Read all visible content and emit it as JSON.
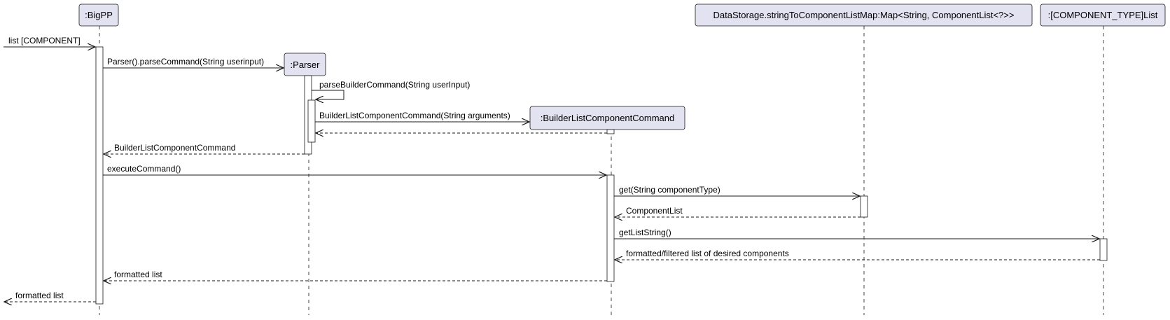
{
  "colors": {
    "participant_fill": "#e2e2f0",
    "participant_stroke": "#181818",
    "activation_fill": "#ffffff",
    "line": "#181818",
    "lifeline": "#181818",
    "text": "#000000",
    "background": "#ffffff"
  },
  "participants": {
    "bigpp": ":BigPP",
    "parser": ":Parser",
    "command": ":BuilderListComponentCommand",
    "datastorage": "DataStorage.stringToComponentListMap:Map<String, ComponentList<?>>",
    "componentlist": ":[COMPONENT_TYPE]List"
  },
  "messages": [
    {
      "label": "list [COMPONENT]",
      "style": "solid",
      "kind": "found"
    },
    {
      "label": "Parser().parseCommand(String userinput)",
      "style": "solid",
      "kind": "create"
    },
    {
      "label": "parseBuilderCommand(String userInput)",
      "style": "solid",
      "kind": "self"
    },
    {
      "label": "BuilderListComponentCommand(String arguments)",
      "style": "solid",
      "kind": "create"
    },
    {
      "label": "",
      "style": "dashed",
      "kind": "return"
    },
    {
      "label": "BuilderListComponentCommand",
      "style": "dashed",
      "kind": "return"
    },
    {
      "label": "executeCommand()",
      "style": "solid",
      "kind": "call"
    },
    {
      "label": "get(String componentType)",
      "style": "solid",
      "kind": "call"
    },
    {
      "label": "ComponentList",
      "style": "dashed",
      "kind": "return"
    },
    {
      "label": "getListString()",
      "style": "solid",
      "kind": "call"
    },
    {
      "label": "formatted/filtered list of desired components",
      "style": "dashed",
      "kind": "return"
    },
    {
      "label": "formatted list",
      "style": "dashed",
      "kind": "return"
    },
    {
      "label": "formatted list",
      "style": "dashed",
      "kind": "lost"
    }
  ]
}
